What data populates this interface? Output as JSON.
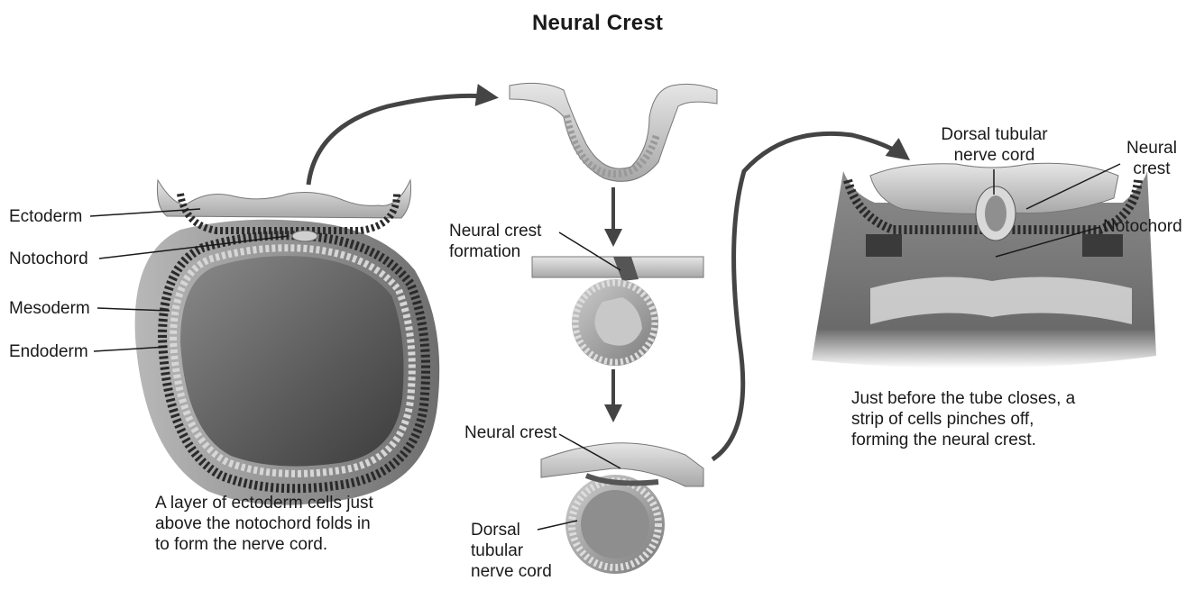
{
  "title": "Neural Crest",
  "labels": {
    "ectoderm": "Ectoderm",
    "notochord_left": "Notochord",
    "mesoderm": "Mesoderm",
    "endoderm": "Endoderm",
    "neural_crest_formation_line1": "Neural crest",
    "neural_crest_formation_line2": "formation",
    "neural_crest_middle": "Neural crest",
    "dorsal_middle_line1": "Dorsal",
    "dorsal_middle_line2": "tubular",
    "dorsal_middle_line3": "nerve cord",
    "dorsal_right_line1": "Dorsal tubular",
    "dorsal_right_line2": "nerve cord",
    "neural_crest_right_line1": "Neural",
    "neural_crest_right_line2": "crest",
    "notochord_right": "Notochord"
  },
  "captions": {
    "left": [
      "A layer of ectoderm cells just",
      "above the notochord folds in",
      "to form the nerve cord."
    ],
    "right": [
      "Just before the tube closes, a",
      "strip of cells pinches off,",
      "forming the neural crest."
    ]
  }
}
